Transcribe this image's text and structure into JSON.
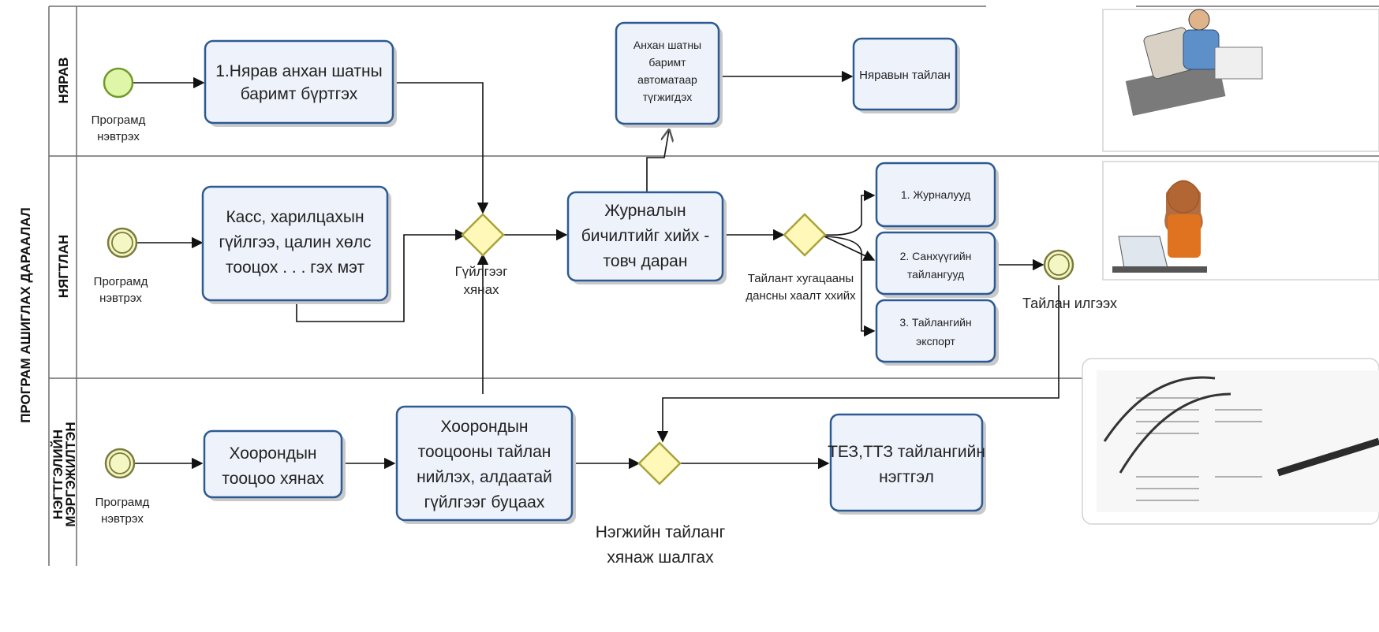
{
  "pool_title": "ПРОГРАМ АШИГЛАХ ДАРААЛАЛ",
  "lanes": {
    "nyarav": "НЯРАВ",
    "nyagtlan": "НЯГТЛАН",
    "negtgel_1": "НЭГТГЭЛИЙН",
    "negtgel_2": "МЭРГЭЖИЛТЭН"
  },
  "events": {
    "start_1": [
      "Програмд",
      "нэвтрэх"
    ],
    "start_2": [
      "Програмд",
      "нэвтрэх"
    ],
    "start_3": [
      "Програмд",
      "нэвтрэх"
    ],
    "end": "Тайлан илгээх"
  },
  "tasks": {
    "nyarav_register": [
      "1.Нярав анхан шатны",
      "баримт бүртгэх"
    ],
    "auto_complete": [
      "Анхан шатны",
      "баримт",
      "автоматаар",
      "түгжигдэх"
    ],
    "nyarav_report": "Няравын тайлан",
    "cash_entries": [
      "Касс, харилцахын",
      "гүйлгээ, цалин хөлс",
      "тооцох . . .  гэх мэт"
    ],
    "journal_entry": [
      "Журналын",
      "бичилтийг хийх -",
      "товч даран"
    ],
    "journals": "1. Журналууд",
    "fin_reports": [
      "2. Санхүүгийн",
      "тайлангууд"
    ],
    "export": [
      "3. Тайлангийн",
      "экспорт"
    ],
    "intercompany_check": [
      "Хоорондын",
      "тооцоо хянах"
    ],
    "reconcile": [
      "Хоорондын",
      "тооцооны тайлан",
      "нийлэх, алдаатай",
      "гүйлгээг буцаах"
    ],
    "consolidation": [
      "ТЕЗ,ТТЗ тайлангийн",
      "нэгтгэл"
    ]
  },
  "gateways": {
    "check_tx": [
      "Гүйлгээг",
      "хянах"
    ],
    "period_close": [
      "Тайлант хугацааны",
      "дансны хаалт ххийх"
    ],
    "unit_report": [
      "Нэгжийн тайланг",
      "хянаж шалгах"
    ]
  }
}
